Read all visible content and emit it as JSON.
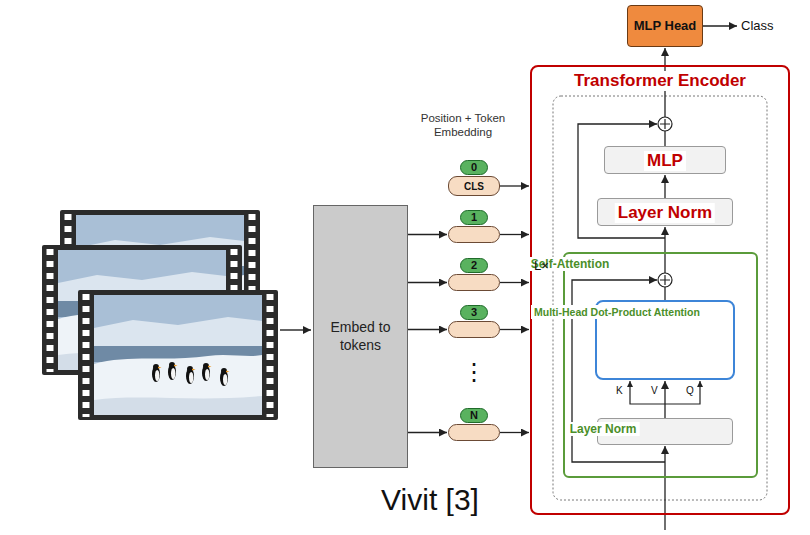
{
  "diagram": {
    "caption": "Vivit [3]",
    "nodes": [
      {
        "text": [
          "Embed to tokens"
        ]
      },
      {
        "text": [
          "0",
          "CLS"
        ]
      },
      {
        "text": [
          "1"
        ]
      },
      {
        "text": [
          "2"
        ]
      },
      {
        "text": [
          "3"
        ]
      },
      {
        "text": [
          "N"
        ]
      },
      {
        "text": [
          "MLP Head"
        ]
      },
      {
        "text": [
          "Transformer Encoder"
        ]
      },
      {
        "text": [
          "MLP"
        ],
        "in": 7
      },
      {
        "text": [
          "Layer Norm"
        ],
        "in": 7
      },
      {
        "text": [
          "Self-Attention"
        ],
        "in": 7
      },
      {
        "text": [
          "Multi-Head Dot-Product Attention"
        ],
        "in": 10
      },
      {
        "text": [
          "Layer Norm"
        ],
        "in": 10
      }
    ],
    "edges": [
      {
        "from": 0,
        "to": 2,
        "arrow": "to"
      },
      {
        "from": 0,
        "to": 3,
        "arrow": "to"
      },
      {
        "from": 0,
        "to": 4,
        "arrow": "to"
      },
      {
        "from": 0,
        "to": 5,
        "arrow": "to"
      },
      {
        "from": 1,
        "to": 7,
        "arrow": "to"
      },
      {
        "from": 2,
        "to": 7,
        "arrow": "to"
      },
      {
        "from": 3,
        "to": 7,
        "arrow": "to"
      },
      {
        "from": 4,
        "to": 7,
        "arrow": "to"
      },
      {
        "from": 5,
        "to": 7,
        "arrow": "to"
      },
      {
        "from": 12,
        "to": 11,
        "arrow": "to"
      },
      {
        "from": 11,
        "to": 9,
        "arrow": "to"
      },
      {
        "from": 9,
        "to": 8,
        "arrow": "to"
      },
      {
        "from": 8,
        "to": 6,
        "arrow": "to"
      }
    ],
    "labels": [
      "Position + Token Embedding",
      "⋮",
      "Class",
      "L×",
      "K",
      "V",
      "Q"
    ]
  }
}
